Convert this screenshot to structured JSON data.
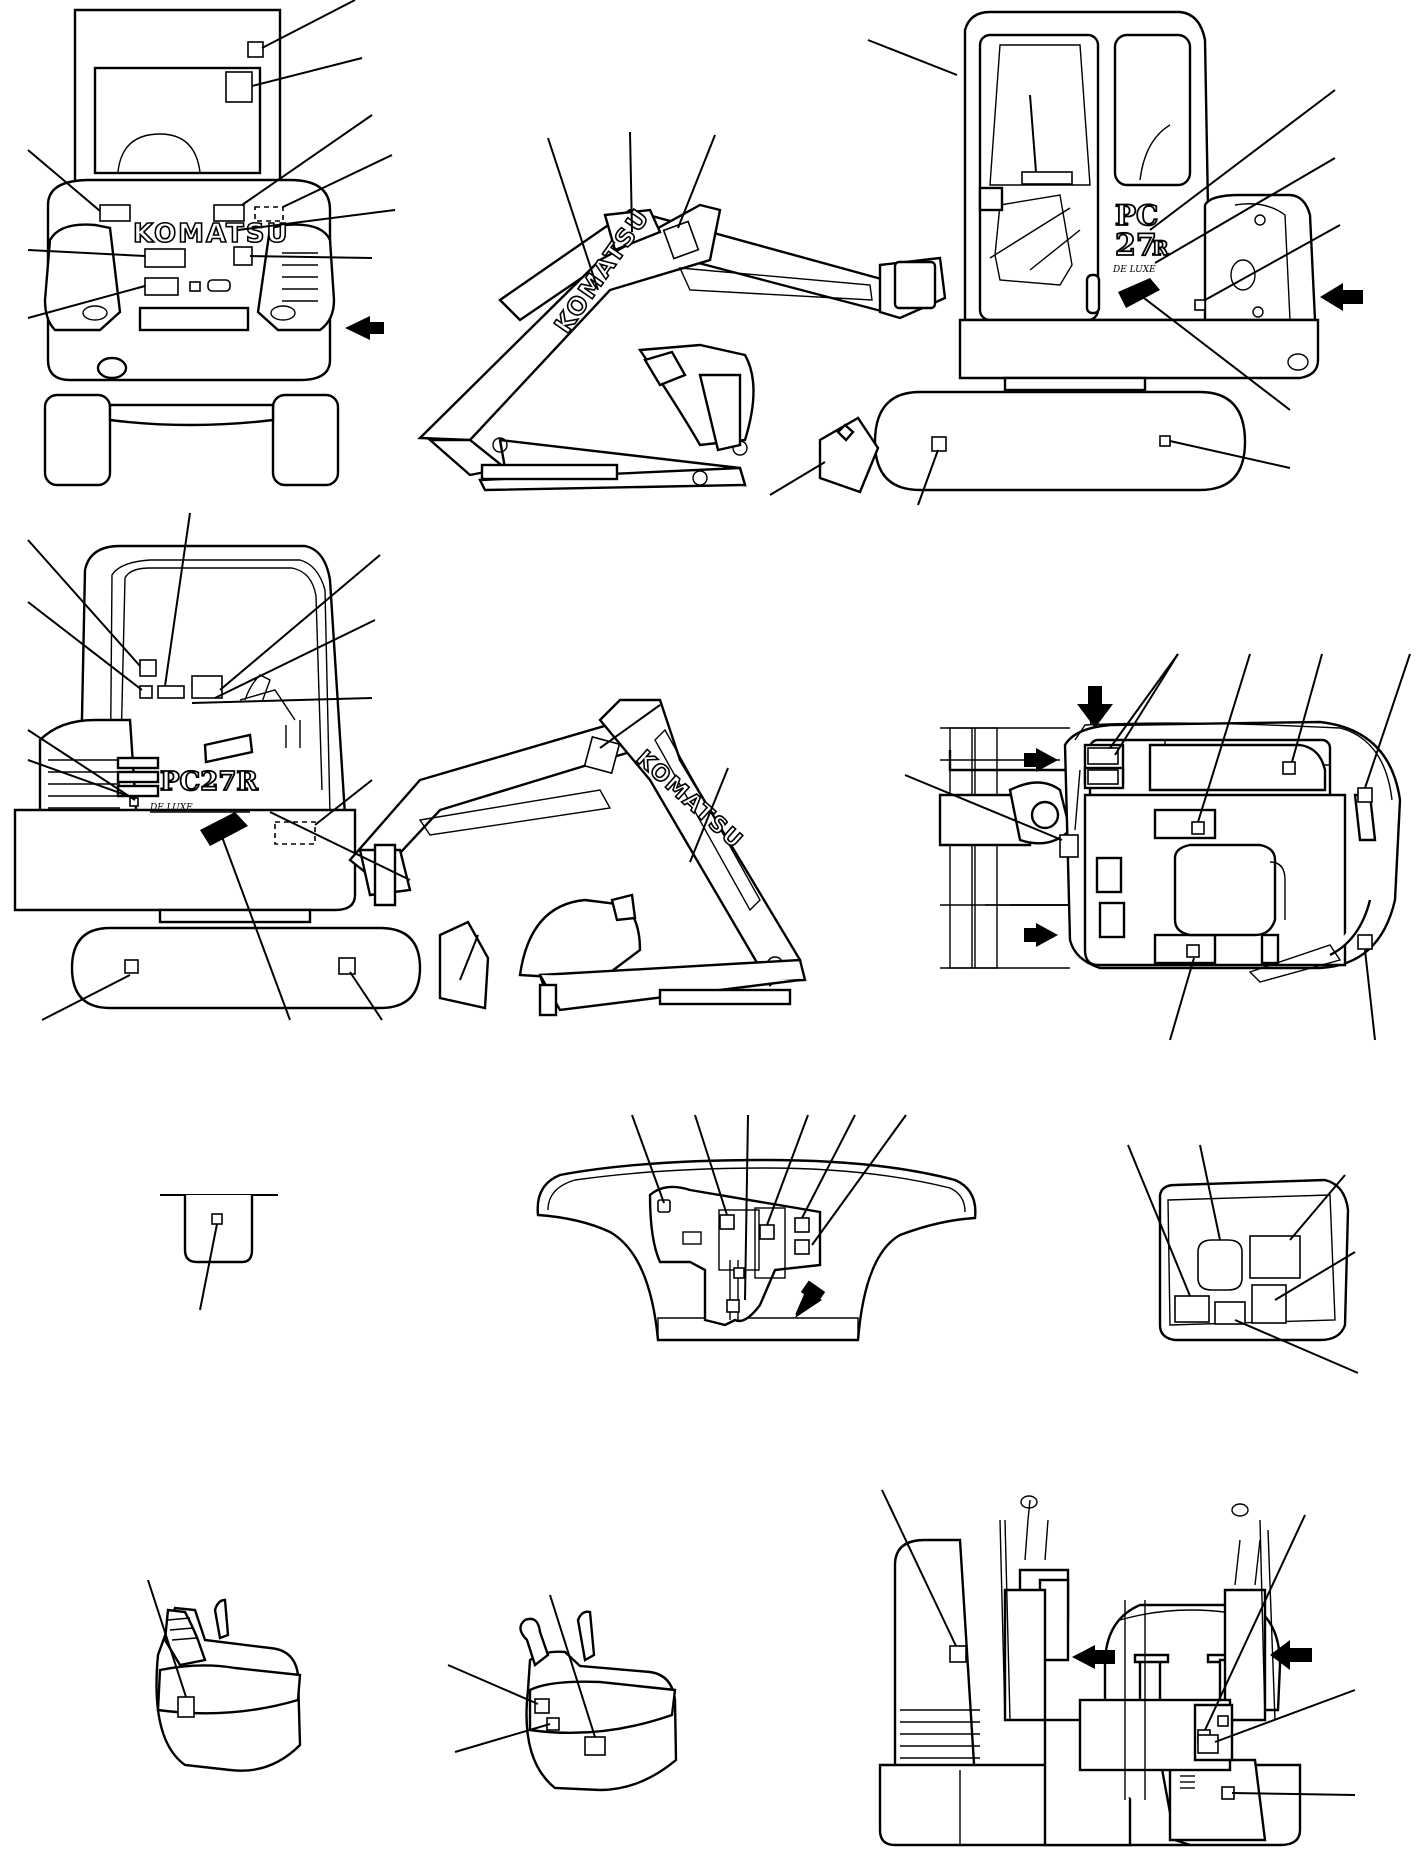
{
  "diagram": {
    "brand_text": "KOMATSU",
    "model_text": "PC27R",
    "model_prefix": "PC",
    "model_number": "27",
    "model_suffix": "R",
    "trim_text": "DE LUXE",
    "colors": {
      "line": "#000000",
      "background": "#ffffff"
    }
  }
}
